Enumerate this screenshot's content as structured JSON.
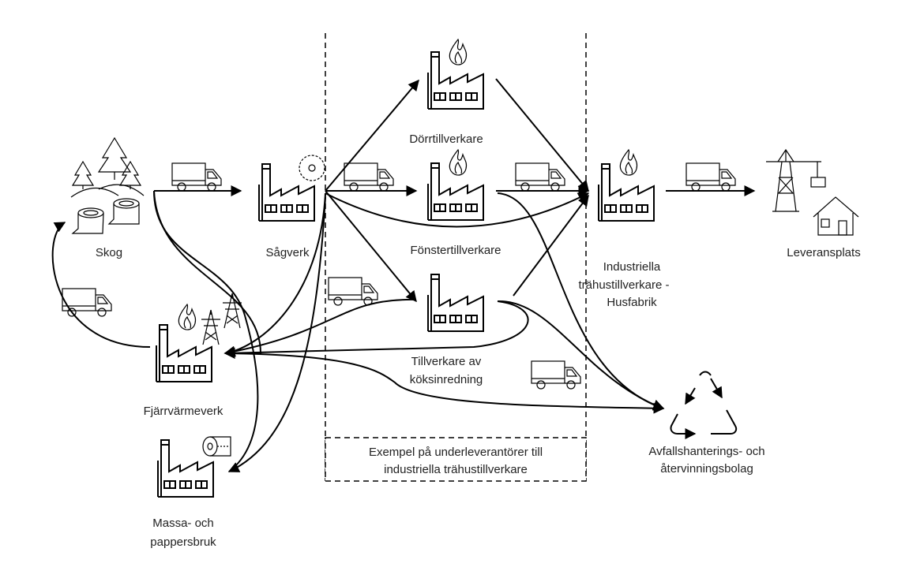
{
  "nodes": {
    "skog": "Skog",
    "sagverk": "Sågverk",
    "dorr": "Dörrtillverkare",
    "fonster": "Fönstertillverkare",
    "koks": [
      "Tillverkare av",
      "köksinredning"
    ],
    "husfabrik": [
      "Industriella",
      "trähustillverkare -",
      "Husfabrik"
    ],
    "leverans": "Leveransplats",
    "fjarr": "Fjärrvärmeverk",
    "massa": [
      "Massa- och",
      "pappersbruk"
    ],
    "avfall": [
      "Avfallshanterings- och",
      "återvinningsbolag"
    ]
  },
  "box_note": [
    "Exempel på underleverantörer till",
    "industriella trähustillverkare"
  ],
  "icons": [
    "forest-icon",
    "factory-icon",
    "truck-icon",
    "saw-blade-icon",
    "flame-icon",
    "power-pylon-icon",
    "toilet-roll-icon",
    "crane-icon",
    "house-icon",
    "recycle-icon"
  ]
}
